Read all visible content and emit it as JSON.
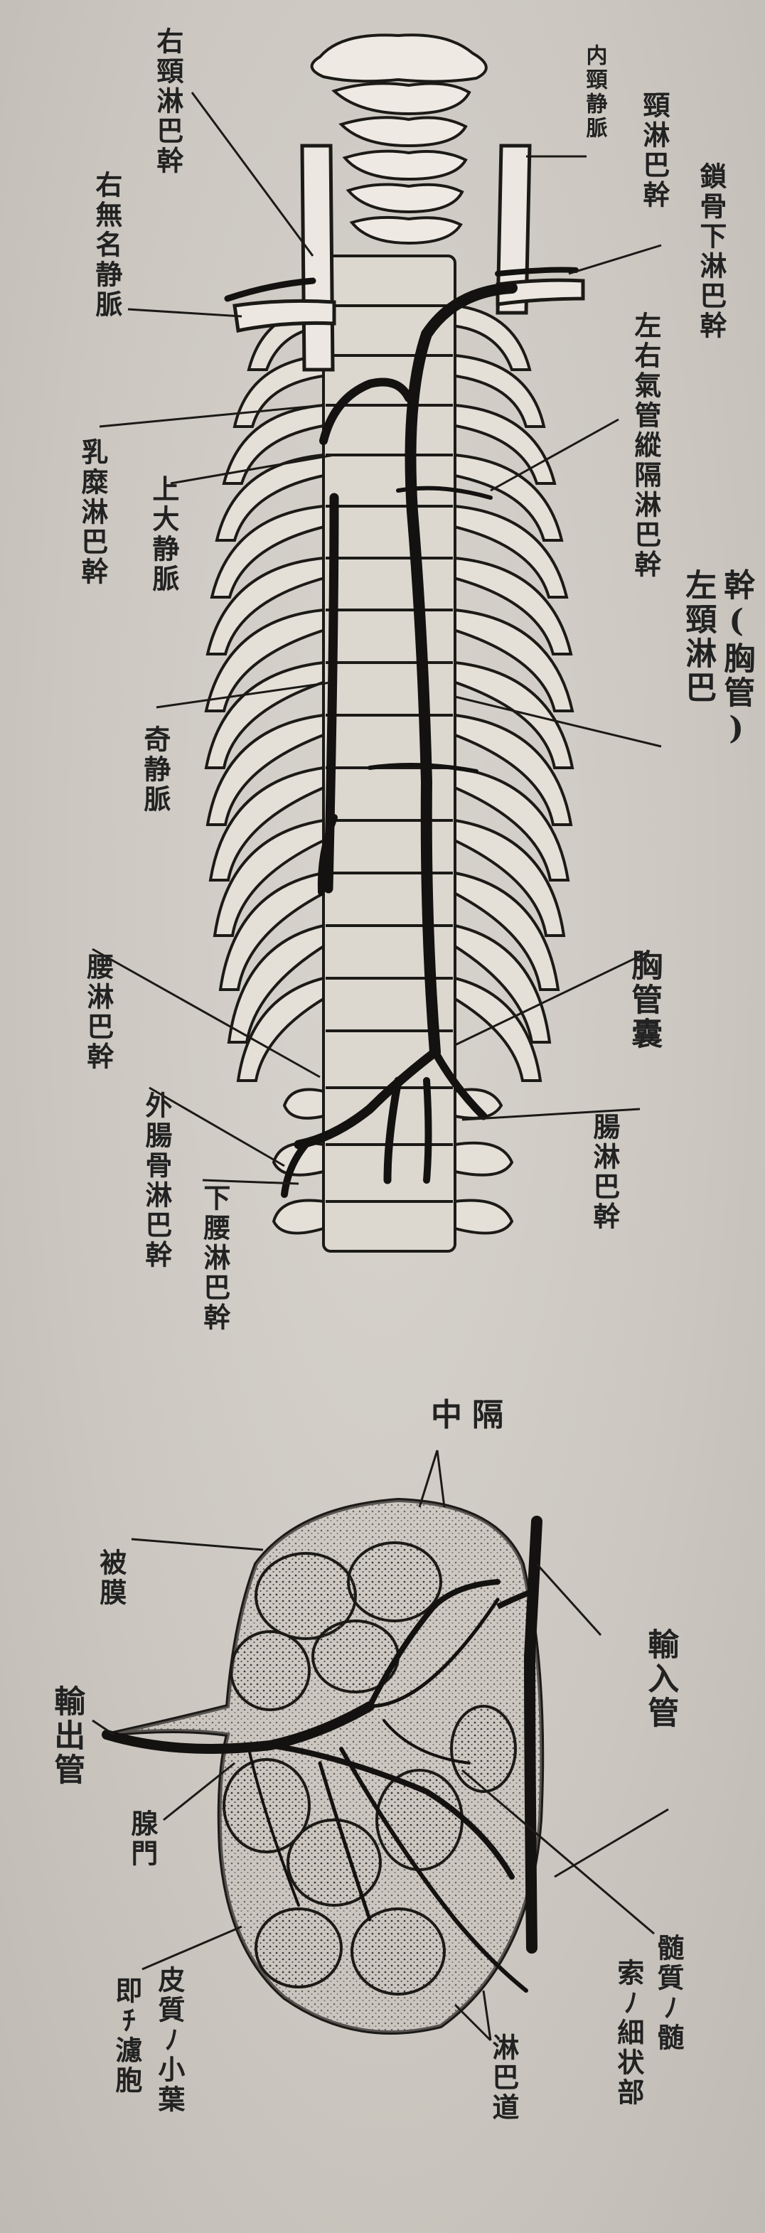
{
  "labels": {
    "inner_jugular_vein": "内頸静脈",
    "right_jugular_trunk": "右頸淋巴幹",
    "jugular_trunk": "頸淋巴幹",
    "subclavian_trunk": "鎖骨下淋巴幹",
    "right_brachiocephalic_vein": "右無名静脈",
    "bronchomediastinal_trunk": "左右氣管縱隔淋巴幹",
    "right_lymphatic_trunk": "乳糜淋巴幹",
    "superior_vena_cava": "上大静脈",
    "left_jugular_trunk_1": "左頸淋巴",
    "left_jugular_trunk_2": "幹(胸管)",
    "azygos_vein": "奇静脈",
    "lumbar_trunk": "腰淋巴幹",
    "cisterna_chyli": "胸管囊",
    "external_iliac_trunk": "外腸骨淋巴幹",
    "intestinal_trunk": "腸淋巴幹",
    "inferior_lumbar_trunk": "下腰淋巴幹",
    "septum": "中隔",
    "capsule": "被膜",
    "afferent_vessel": "輸入管",
    "efferent_vessel": "輸出管",
    "hilum": "腺門",
    "medullary_cords_1": "髄質ﾉ髄",
    "medullary_cords_2": "索ﾉ細状部",
    "cortex_1": "皮質ﾉ小葉",
    "cortex_2": "即ﾁ濾胞",
    "lymph_sinus": "淋巴道"
  }
}
